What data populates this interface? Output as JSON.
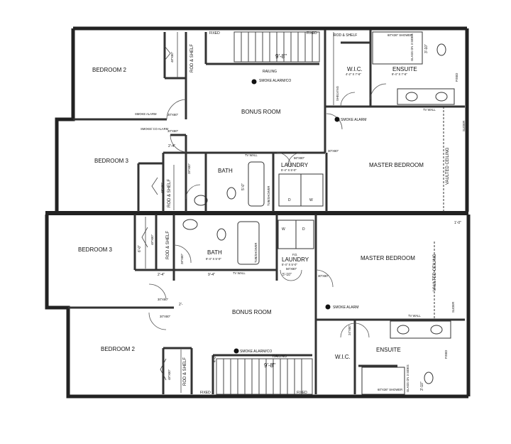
{
  "upper_unit": {
    "bedroom2": {
      "name": "BEDROOM 2",
      "closet": "ROD & SHELF",
      "door": "48\"X80\""
    },
    "bonus_room": {
      "name": "BONUS ROOM",
      "smoke_alarm": "SMOKE ALARM/CO",
      "stair_dim": "9'-8\"",
      "railing": "RAILING",
      "fixed_left": "FIXED",
      "fixed_right": "FIXED"
    },
    "bedroom3": {
      "name": "BEDROOM 3",
      "closet": "ROD & SHELF",
      "door": "48\"X80\"",
      "dim": "2'-4\""
    },
    "bath": {
      "name": "BATH",
      "dim": "5'-0\"",
      "tub": "TUB/SHOWER",
      "tv_wall": "TV WALL",
      "door": "28\"X80\""
    },
    "laundry": {
      "name": "LAUNDRY",
      "dim": "5'-4\" X 5'-0\"",
      "door": "56\"X80\"",
      "washer": "W",
      "dryer": "D"
    },
    "hall_doors": {
      "d1": "30\"X80\"",
      "d2": "30\"X80\"",
      "smoke": "SMOKE ALARM",
      "co": "SMOKE/ CO ALARM"
    },
    "master": {
      "name": "MASTER BEDROOM",
      "smoke": "SMOKE ALARM",
      "vaulted": "VAULTED CEILING",
      "slider": "SLIDER",
      "door": "30\"X80\""
    },
    "wic": {
      "name": "W.I.C.",
      "dim": "4'-2\" X 7'-6\"",
      "rod": "ROD & SHELF",
      "shelving": "SHELVING"
    },
    "ensuite": {
      "name": "ENSUITE",
      "dim": "9'-4\" X 7'-6\"",
      "shower": "60\"X36\" SHOWER",
      "glass": "GLASS ON 3 SIDES",
      "dim2": "3'-10\"",
      "tv_wall": "TV WALL",
      "fixed": "FIXED"
    }
  },
  "lower_unit": {
    "bedroom3": {
      "name": "BEDROOM 3",
      "closet": "ROD & SHELF",
      "door": "48\"X80\"",
      "dim": "2'-4\"",
      "dim2": "6'-0\""
    },
    "bath": {
      "name": "BATH",
      "dim": "9'-4\" X 5'-0\"",
      "tub": "TUB/SHOWER",
      "tv_wall": "TV WALL",
      "door": "28\"X80\"",
      "dim2": "9'-4\""
    },
    "laundry": {
      "name": "LAUNDRY",
      "dim": "5'-4\" X 5'-0\"",
      "door": "56\"X80\"",
      "dim2": "5'-10\"",
      "washer": "W",
      "dryer": "D",
      "fd": "F.D."
    },
    "bonus_room": {
      "name": "BONUS ROOM",
      "smoke_alarm": "SMOKE ALARM/CO",
      "stair_dim": "9'-8\"",
      "railing": "RAILING",
      "fixed_left": "FIXED",
      "fixed_right": "FIXED",
      "dim": "4'-0\""
    },
    "bedroom2": {
      "name": "BEDROOM 2",
      "closet": "ROD & SHELF",
      "door": "48\"X80\""
    },
    "hall_doors": {
      "d1": "30\"X80\"",
      "d2": "30\"X80\"",
      "dim": "2'-"
    },
    "master": {
      "name": "MASTER BEDROOM",
      "smoke": "SMOKE ALARM",
      "vaulted": "VAULTED CEILING",
      "slider": "SLIDER",
      "door": "30\"X80\"",
      "dim": "1'-0\""
    },
    "wic": {
      "name": "W.I.C.",
      "door": "24\"X80\""
    },
    "ensuite": {
      "name": "ENSUITE",
      "shower": "60\"X36\" SHOWER",
      "glass": "GLASS ON 3 SIDES",
      "dim": "3'-10\"",
      "tv_wall": "TV WALL",
      "fixed": "FIXED"
    }
  }
}
